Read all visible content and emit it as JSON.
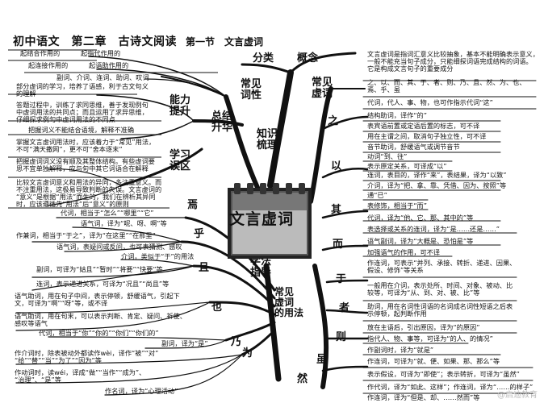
{
  "header": {
    "main_title": "初中语文　第二章　古诗文阅读",
    "section_title": "第一节　文言虚词"
  },
  "center": {
    "label": "文言虚词"
  },
  "top_left_notes": {
    "line1a": "起结合作用的",
    "line1b": "起指代作用的",
    "line2a": "起连接作用的",
    "line2b": "起语助作用的",
    "line3": "副词、介词、连词、助词、叹词"
  },
  "left_branches": {
    "lianghao_xuci": "常见\n词性",
    "fenlei": "分类",
    "gainian": "概念",
    "zongjie": "总结\n升华",
    "nengli": "能力\n提升",
    "xuexi": "学习\n误区",
    "zhishi": "知识\n梳理",
    "xuefa": "学法\n指导",
    "changjian_yongfa": "常见\n虚词\n的用法"
  },
  "left_notes": {
    "n1": "部分虚词的学习，培养了语感，利于古文句义\n的理解",
    "n2": "答题过程中，训练了求同思维，善于发现例句\n中虚词用法的共同点；而且运用了求异思维，\n仔细探求例句中虚词用法的不同点",
    "n3": "把握词义不能结合语境，解释不准确",
    "n4": "掌握文言虚词用法时，应该着力于“常见”用法，\n不可“满天撒网”，更不可“舍本逐末”",
    "n5": "把握虚词词义没有顺及其整体结构。有些虚词要\n思不宜单独解释，应与句中其它词语合在解释",
    "n6": "比较文言虚词意义和用法的异同，多注重意义。而\n不注重用法，这极易导致判断的失误。文言虚词的\n“意义”是根据“用法”而生的，我们在辨析其异同\n时，应该遵循先“用法”后“意义”的原则"
  },
  "left_words": {
    "yan": "焉",
    "hu": "乎",
    "qie": "且",
    "ye": "也",
    "nai": "乃",
    "wei": "为"
  },
  "left_usages": {
    "u1": "代词，相当于“怎么”“哪里”“它”",
    "u2": "语气词，译为“呢、呀、啊”等",
    "u3": "作兼词，相当于“于之”，译为“在这里”“在那里”",
    "u4": "语气词，表疑问或反问，也可表猜测、感叹",
    "u5": "介词，类似于“于”的用法",
    "u6": "副词，可译为“姑且”“暂时”“将要”“快要”等",
    "u7": "连词，表示递进关系，可译为“况且”“尚且”等",
    "u8": "语气助词，用在句子中间，表示停顿，舒缓语气，引起下\n文，可译为“啊”“呀”等，或不译",
    "u9": "语气助词，用在句末，可以表示判断、肯定、疑问、祈使、\n感叹等语气",
    "u10": "代词，相当于“你”“你的”“你们”“你们的”",
    "u11": "副词，译为“是”",
    "u12": "作介词时，除表被动外都读作wèi，译作“被”“对”\n“给”“替”“当”“为了”“因为”等",
    "u13": "作动词时，读wéi，译成“做”“当作”“成为”、\n“治理”、“是”等",
    "u14": "作名词，译为“心理活动”"
  },
  "right_words": {
    "zhi": "之",
    "yi": "以",
    "qi": "其",
    "er": "而",
    "yu": "于",
    "zhe": "者",
    "ze": "则",
    "sui": "虽",
    "ran": "然"
  },
  "right_notes": {
    "r0": "文言虚词是指词汇意义比较抽象，基本不能明确表示意义，\n一般不能充当句子成分，只能细探词语完成结构的词语。\n它是构成文言句子的重要成分",
    "r1": "之、以、而、其、于、者、则、乃、且、然、为、也、\n焉、乎、虽",
    "r2": "代词，代人、事、物，也可作指示代词“这”",
    "r3": "结构助词，译作“的”",
    "r4": "表宾语前置或定语后置的标志，可不译",
    "r5": "用在主谓之间，取消句子独立性，可不译",
    "r6": "音节助词，舒缓语气或调节音节",
    "r7": "动词“到、往”",
    "r8": "表示原定关系，可译成“以”",
    "r9": "连词，表目的，译作“来”，表结果，译为“以致”",
    "r10": "介词，译为“把、拿、靠、凭借、因为、按照”等",
    "r11": "通“已”",
    "r12": "表修饰，相当于“而”",
    "r13": "代词，译为“他、它、那、其中的”等",
    "r14": "表选择或关系的连词，译为“是……还是……”",
    "r15": "语气副词，译为“大概是、恐怕是”等",
    "r16": "加强语气的作用，可不译",
    "r17": "作连词，可表示“并列、承接、转折、递进、因果、\n假设、修饰”等关系",
    "r18": "一般用在介词，表示处所、时间、对象、被动、比\n较等，可译为“从、到、对、被、比”等",
    "r19": "助词，用在名词性词语的名词成名词性短语之后表\n示停顿，起判断作用",
    "r20": "放在主语后，引出原因，译为“的原因”",
    "r21": "指代人、物、事等，可译为“的人、的情况”",
    "r22": "作副词时，译为“就是”",
    "r23": "作连词，可译为“就、便、如果、那、那么”等",
    "r24": "表示假设，可译为“即使”；表示转折，可译为“虽然”",
    "r25": "作代词，译为“如此、这样”；作连词，译为“……的样子”",
    "r26": "作连词，译为“但是、却、……然而”等"
  },
  "watermark": "@启迪教育"
}
